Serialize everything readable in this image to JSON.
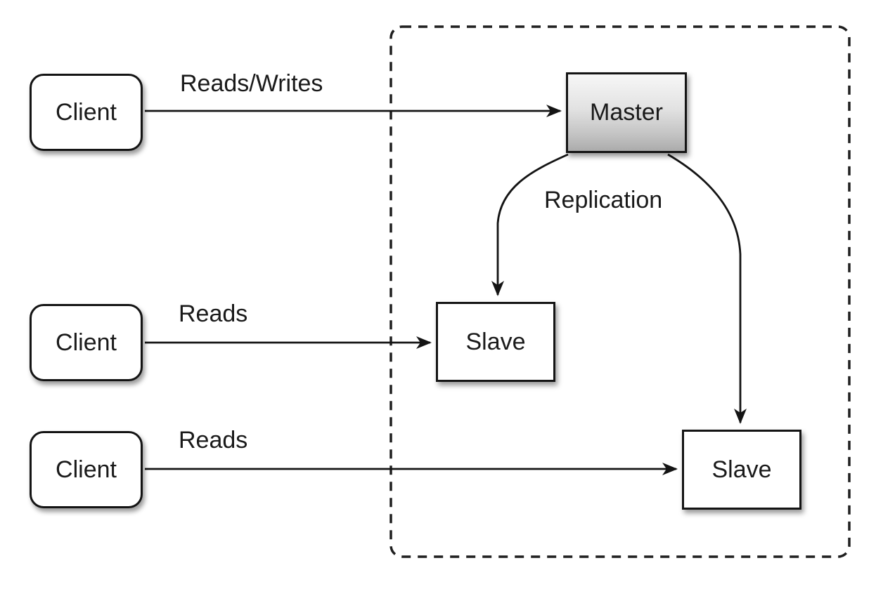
{
  "diagram": {
    "type": "architecture-diagram",
    "nodes": {
      "client1": {
        "label": "Client"
      },
      "client2": {
        "label": "Client"
      },
      "client3": {
        "label": "Client"
      },
      "master": {
        "label": "Master"
      },
      "slave1": {
        "label": "Slave"
      },
      "slave2": {
        "label": "Slave"
      }
    },
    "edges": {
      "reads_writes": {
        "label": "Reads/Writes",
        "from": "client1",
        "to": "master"
      },
      "reads1": {
        "label": "Reads",
        "from": "client2",
        "to": "slave1"
      },
      "reads2": {
        "label": "Reads",
        "from": "client3",
        "to": "slave2"
      },
      "replication": {
        "label": "Replication",
        "from": "master",
        "to": "slave1 and slave2"
      }
    },
    "colors": {
      "stroke": "#1a1a1a",
      "box_fill": "#ffffff",
      "master_gradient_top": "#f7f7f7",
      "master_gradient_bottom": "#ababab",
      "background": "#ffffff"
    }
  }
}
